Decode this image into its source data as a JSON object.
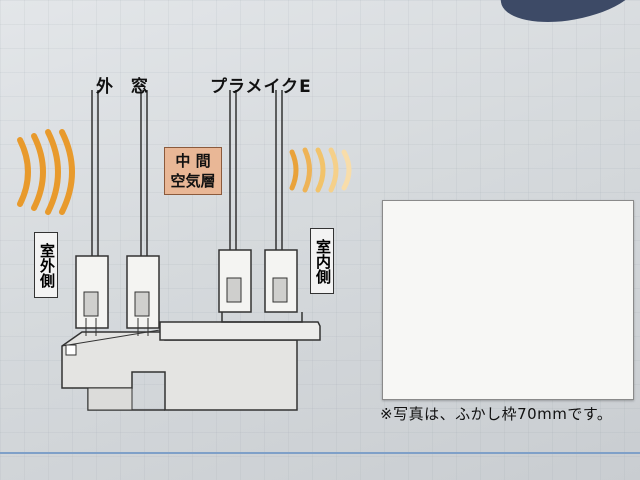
{
  "labels": {
    "outer_window": "外 窓",
    "plamake": "プラメイクE",
    "air_layer_line1": "中 間",
    "air_layer_line2": "空気層",
    "outdoor_side": "室外側",
    "indoor_side": "室内側"
  },
  "photo": {
    "caption": "※写真は、ふかし枠70mmです。"
  },
  "colors": {
    "sound_wave": "#e89a2c",
    "sound_wave_faded": "#f2c36a",
    "air_layer_bg": "#e9b796",
    "wood_frame": "#b8682a",
    "rule_line": "#7fa0c8"
  },
  "icons": {
    "outdoor_wave": "sound-wave-icon",
    "indoor_wave": "sound-wave-icon"
  }
}
